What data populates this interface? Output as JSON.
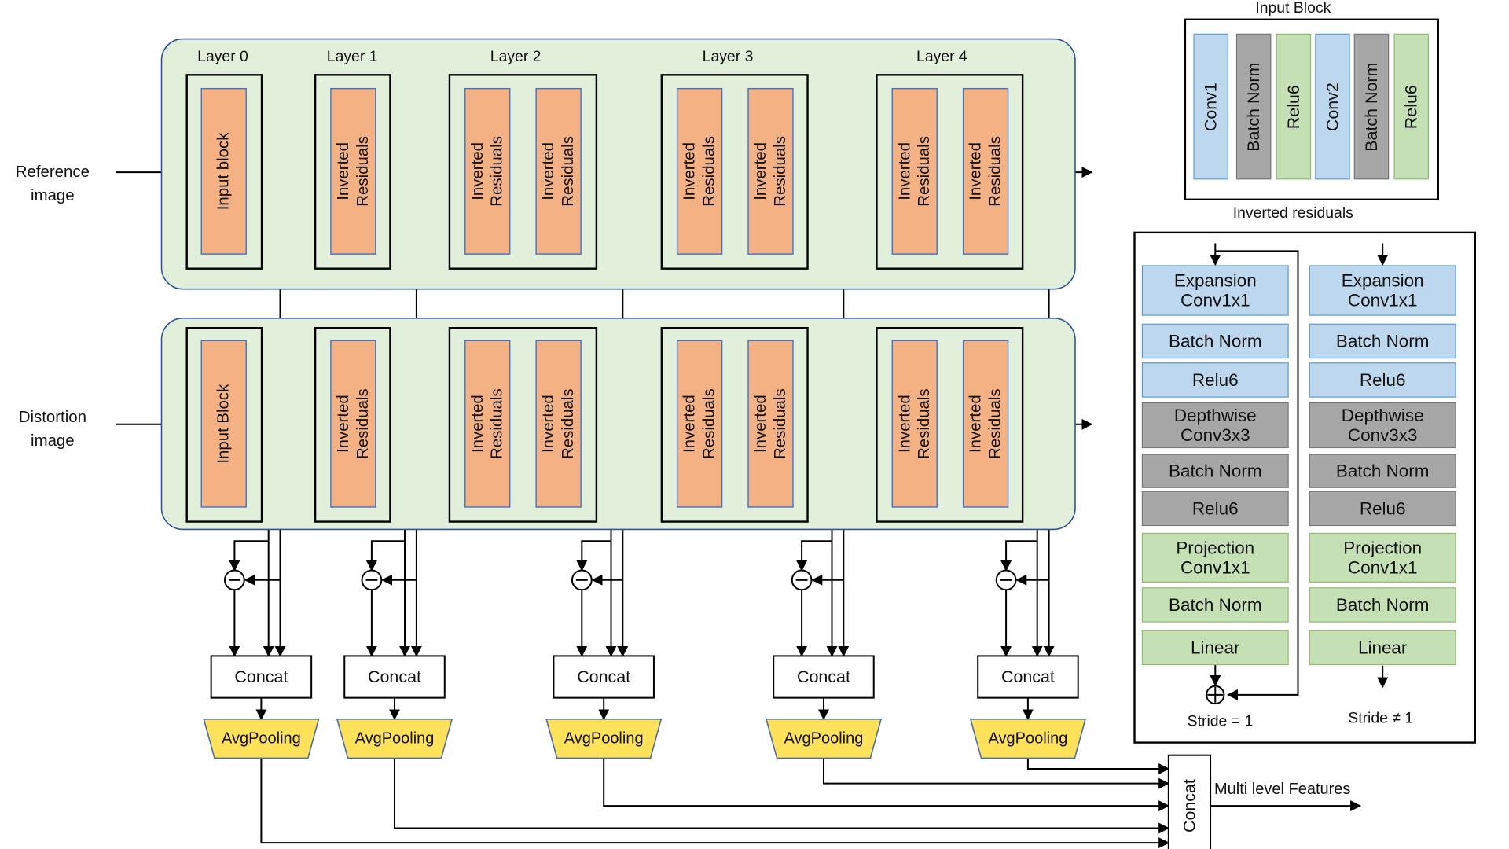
{
  "inputs": {
    "reference": [
      "Reference",
      "image"
    ],
    "distortion": [
      "Distortion",
      "image"
    ]
  },
  "layers": [
    "Layer 0",
    "Layer 1",
    "Layer 2",
    "Layer 3",
    "Layer 4"
  ],
  "blocks": {
    "reference_input": "Input block",
    "distortion_input": "Input Block",
    "inverted_residuals": [
      "Inverted",
      "Residuals"
    ]
  },
  "concat_label": "Concat",
  "avgpool_label": "AvgPooling",
  "final_concat_label": "Concat",
  "output_label": "Multi level Features",
  "input_block_panel": {
    "title": "Input Block",
    "items": [
      {
        "label": "Conv1",
        "color": "#bdd7ee"
      },
      {
        "label": "Batch Norm",
        "color": "#a6a6a6"
      },
      {
        "label": "Relu6",
        "color": "#c5e0b4"
      },
      {
        "label": "Conv2",
        "color": "#bdd7ee"
      },
      {
        "label": "Batch Norm",
        "color": "#a6a6a6"
      },
      {
        "label": "Relu6",
        "color": "#c5e0b4"
      }
    ]
  },
  "inverted_residuals_panel": {
    "title": "Inverted residuals",
    "items": [
      {
        "lines": [
          "Expansion",
          "Conv1x1"
        ],
        "color": "#bdd7ee"
      },
      {
        "lines": [
          "Batch Norm"
        ],
        "color": "#bdd7ee"
      },
      {
        "lines": [
          "Relu6"
        ],
        "color": "#bdd7ee"
      },
      {
        "lines": [
          "Depthwise",
          "Conv3x3"
        ],
        "color": "#a6a6a6"
      },
      {
        "lines": [
          "Batch Norm"
        ],
        "color": "#a6a6a6"
      },
      {
        "lines": [
          "Relu6"
        ],
        "color": "#a6a6a6"
      },
      {
        "lines": [
          "Projection",
          "Conv1x1"
        ],
        "color": "#c5e0b4"
      },
      {
        "lines": [
          "Batch Norm"
        ],
        "color": "#c5e0b4"
      },
      {
        "lines": [
          "Linear"
        ],
        "color": "#c5e0b4"
      }
    ],
    "stride_eq": "Stride = 1",
    "stride_neq": "Stride ≠ 1"
  },
  "colors": {
    "row_background": "#e2efda",
    "row_border": "#2f5597",
    "residual_fill": "#f4b183",
    "block_inner_border": "#4472c4",
    "avgpool_fill": "#ffe15a",
    "avgpool_border": "#4a6fa5"
  }
}
